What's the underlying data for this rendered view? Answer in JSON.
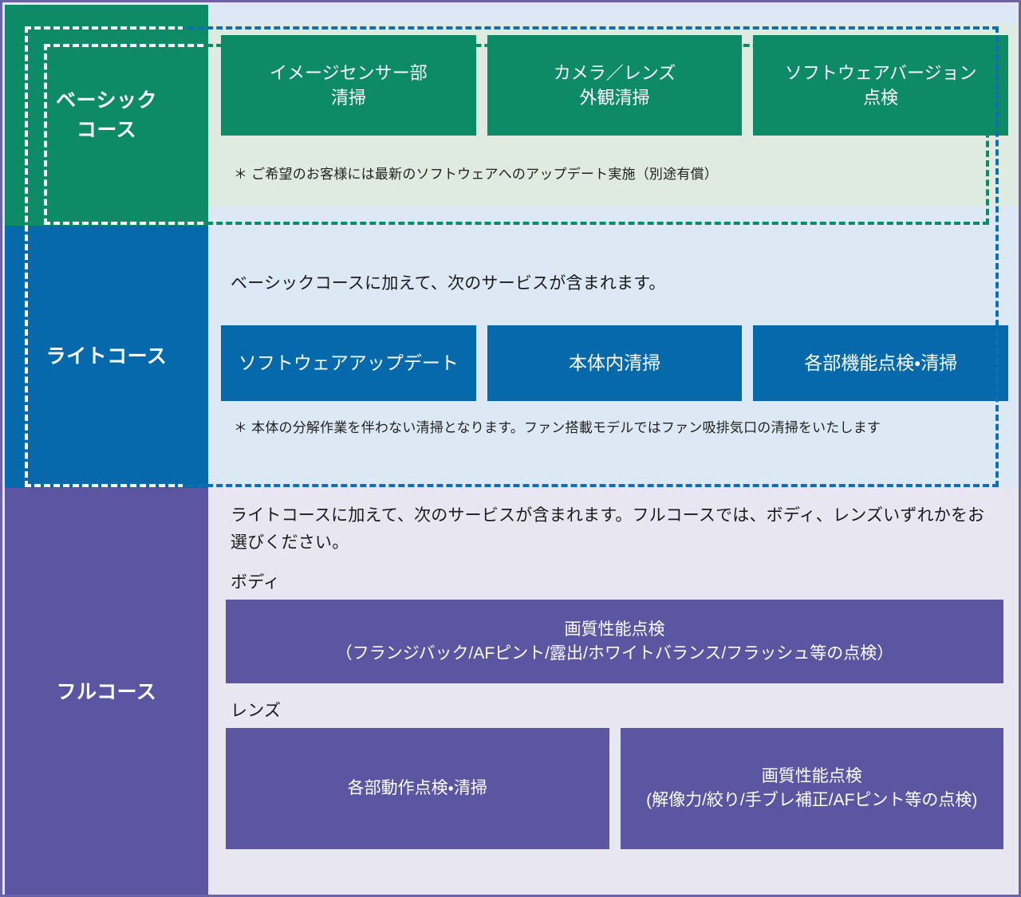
{
  "theme": {
    "green": "#0d8a66",
    "green_pale": "#dfeae0",
    "blue": "#0569ab",
    "blue_pale": "#dce8f4",
    "purple": "#5b55a2",
    "purple_pale": "#e8e6f0",
    "dash_outer": "#0f6fb5",
    "dash_inner": "#0d8a66"
  },
  "courses": {
    "basic": {
      "label": "ベーシック\nコース",
      "services": [
        "イメージセンサー部\n清掃",
        "カメラ／レンズ\n外観清掃",
        "ソフトウェアバージョン\n点検"
      ],
      "note": "＊ ご希望のお客様には最新のソフトウェアへのアップデート実施（別途有償）"
    },
    "light": {
      "label": "ライトコース",
      "lead": "ベーシックコースに加えて、次のサービスが含まれます。",
      "services": [
        "ソフトウェアアップデート",
        "本体内清掃",
        "各部機能点検・清掃"
      ],
      "note": "＊ 本体の分解作業を伴わない清掃となります。ファン搭載モデルではファン吸排気口の清掃をいたします"
    },
    "full": {
      "label": "フルコース",
      "lead": "ライトコースに加えて、次のサービスが含まれます。フルコースでは、ボディ、レンズいずれかをお選びください。",
      "body_heading": "ボディ",
      "body_services": [
        "画質性能点検\n（フランジバック/AFピント/露出/ホワイトバランス/フラッシュ等の点検）"
      ],
      "lens_heading": "レンズ",
      "lens_services": [
        "各部動作点検・清掃",
        "画質性能点検\n(解像力/絞り/手ブレ補正/AFピント等の点検)"
      ]
    }
  }
}
